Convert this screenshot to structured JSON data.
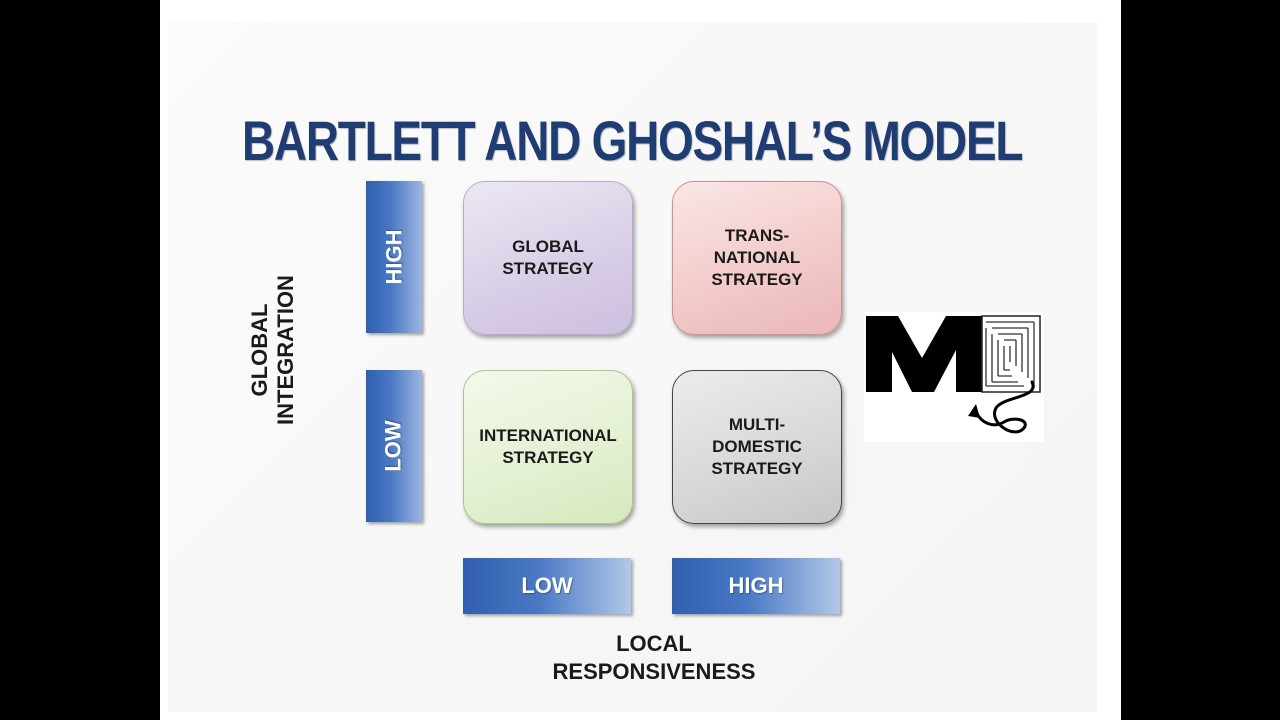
{
  "slide": {
    "title": "BARTLETT AND GHOSHAL’S MODEL",
    "y_axis_label": "GLOBAL\nINTEGRATION",
    "x_axis_label": "LOCAL\nRESPONSIVENESS",
    "y_levels": {
      "high": "HIGH",
      "low": "LOW"
    },
    "x_levels": {
      "low": "LOW",
      "high": "HIGH"
    },
    "quadrants": {
      "global": "GLOBAL\nSTRATEGY",
      "transnational": "TRANS-\nNATIONAL\nSTRATEGY",
      "international": "INTERNATIONAL\nSTRATEGY",
      "multidomestic": "MULTI-\nDOMESTIC\nSTRATEGY"
    },
    "colors": {
      "title": "#1f3d73",
      "axis_bar": "#2f5fae",
      "global_box": "#d8cde6",
      "transnational_box": "#f2c9c9",
      "international_box": "#e3f0d2",
      "multidomestic_box": "#d7d7d7"
    },
    "logo": {
      "icon": "ms-maze-logo-icon"
    }
  }
}
